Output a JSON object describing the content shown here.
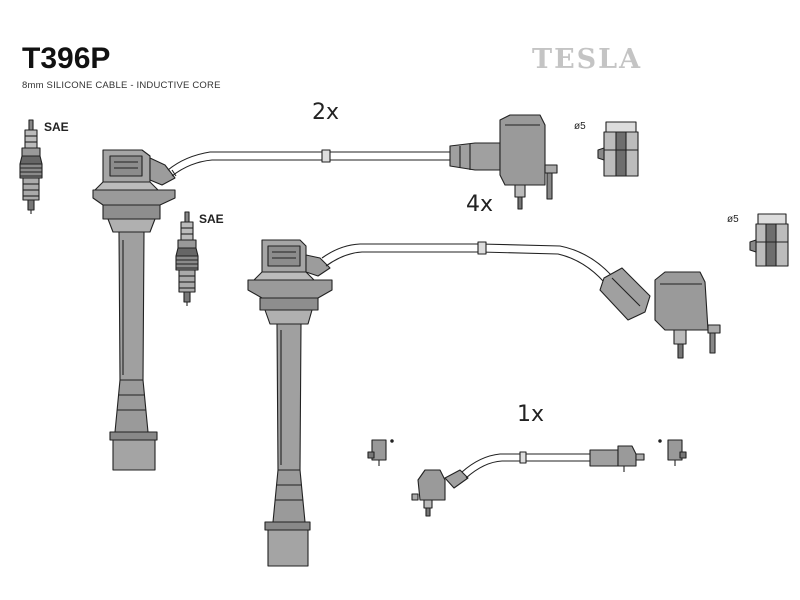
{
  "product": {
    "code": "T396P",
    "description": "8mm SILICONE CABLE - INDUCTIVE CORE",
    "brand": "TESLA"
  },
  "labels": {
    "sae_1": "SAE",
    "sae_2": "SAE",
    "qty_long_lead": "2x",
    "qty_medium_lead": "4x",
    "qty_short_lead": "1x",
    "diameter_1": "ø5",
    "diameter_2": "ø5"
  },
  "colors": {
    "line": "#222222",
    "fill": "#9a9a9a",
    "fill_dark": "#6e6e6e",
    "brand": "#c4c4c4"
  }
}
